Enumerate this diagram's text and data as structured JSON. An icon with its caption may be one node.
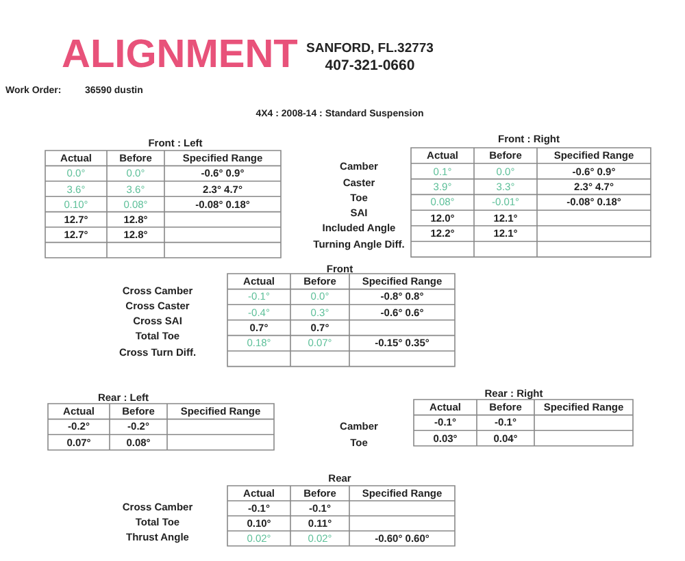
{
  "diagram": {
    "title": "ALIGNMENT",
    "labels": [
      "SANFORD, FL.32773",
      "407-321-0660",
      "Work Order:",
      "36590 dustin",
      "4X4 : 2008-14 : Standard Suspension",
      "Front : Left",
      "Actual",
      "Before",
      "Specified Range",
      "0.0°",
      "0.0°",
      "-0.6° 0.9°",
      "3.6°",
      "3.6°",
      "2.3° 4.7°",
      "0.10°",
      "0.08°",
      "-0.08° 0.18°",
      "12.7°",
      "12.8°",
      "12.7°",
      "12.8°",
      "Camber",
      "Caster",
      "Toe",
      "SAI",
      "Included Angle",
      "Turning Angle Diff.",
      "Front : Right",
      "Actual",
      "Before",
      "Specified Range",
      "0.1°",
      "0.0°",
      "-0.6° 0.9°",
      "3.9°",
      "3.3°",
      "2.3° 4.7°",
      "0.08°",
      "-0.01°",
      "-0.08° 0.18°",
      "12.0°",
      "12.1°",
      "12.2°",
      "12.1°",
      "Front",
      "Cross Camber",
      "Cross Caster",
      "Cross SAI",
      "Total Toe",
      "Cross Turn Diff.",
      "Actual",
      "Before",
      "Specified Range",
      "-0.1°",
      "0.0°",
      "-0.8° 0.8°",
      "-0.4°",
      "0.3°",
      "-0.6° 0.6°",
      "0.7°",
      "0.7°",
      "0.18°",
      "0.07°",
      "-0.15° 0.35°",
      "Rear : Left",
      "Actual",
      "Before",
      "Specified Range",
      "-0.2°",
      "-0.2°",
      "0.07°",
      "0.08°",
      "Camber",
      "Toe",
      "Rear : Right",
      "Actual",
      "Before",
      "Specified Range",
      "-0.1°",
      "-0.1°",
      "0.03°",
      "0.04°",
      "Rear",
      "Cross Camber",
      "Total Toe",
      "Thrust Angle",
      "Actual",
      "Before",
      "Specified Range",
      "-0.1°",
      "-0.1°",
      "0.10°",
      "0.11°",
      "0.02°",
      "0.02°",
      "-0.60° 0.60°"
    ]
  }
}
